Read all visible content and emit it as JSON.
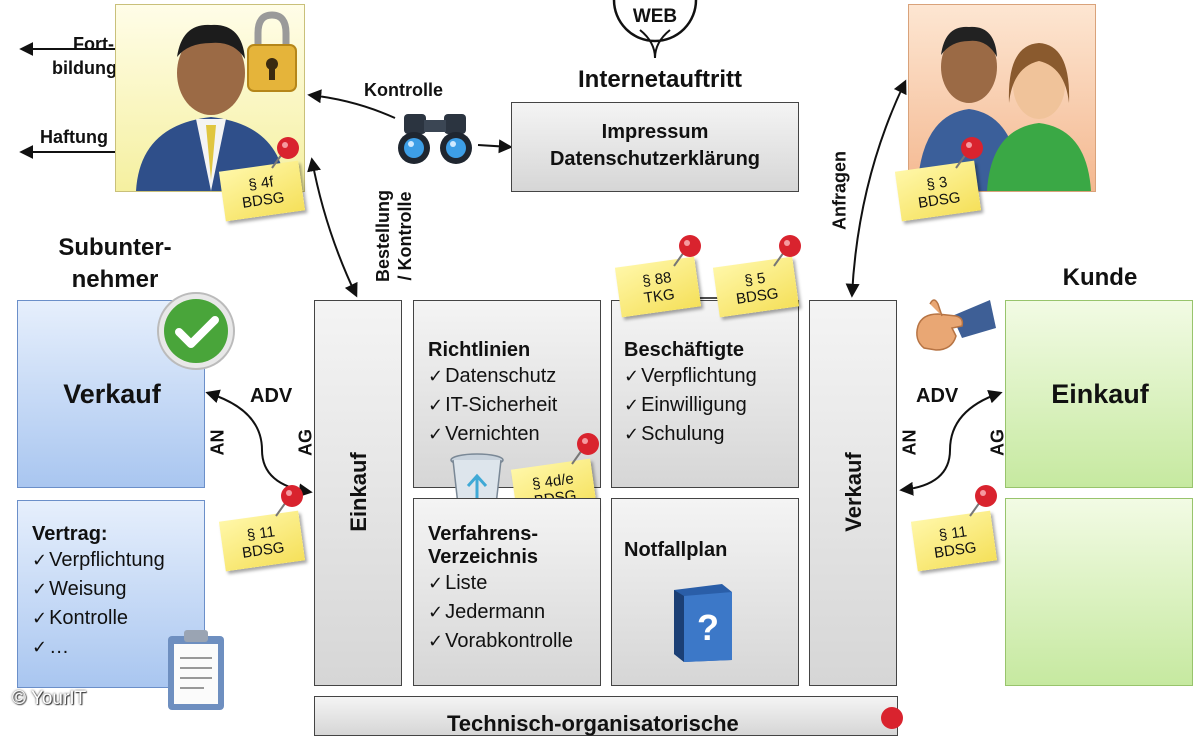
{
  "web": {
    "badge": "WEB",
    "title": "Internetauftritt",
    "impressum": [
      "Impressum",
      "Datenschutzerklärung"
    ]
  },
  "left_arrows": {
    "fortbildung": [
      "Fort-",
      "bildung"
    ],
    "haftung": "Haftung"
  },
  "labels": {
    "kontrolle": "Kontrolle",
    "bestellung": [
      "Bestellung",
      "/ Kontrolle"
    ],
    "anfragen": "Anfragen",
    "adv_left": "ADV",
    "adv_right": "ADV",
    "an_left": "AN",
    "ag_left": "AG",
    "an_right": "AN",
    "ag_right": "AG",
    "copyright": "© YourIT"
  },
  "notes": {
    "dsb": [
      "§ 4f",
      "BDSG"
    ],
    "kunde": [
      "§ 3",
      "BDSG"
    ],
    "tkg": [
      "§ 88",
      "TKG"
    ],
    "bdsg5": [
      "§ 5",
      "BDSG"
    ],
    "bdsg4de": [
      "§ 4d/e",
      "BDSG"
    ],
    "adv_left": [
      "§ 11",
      "BDSG"
    ],
    "adv_right": [
      "§ 11",
      "BDSG"
    ]
  },
  "sub": {
    "title": [
      "Subunter-",
      "nehmer"
    ],
    "verkauf": "Verkauf",
    "vertrag_title": "Vertrag:",
    "vertrag_items": [
      "Verpflichtung",
      "Weisung",
      "Kontrolle",
      "…"
    ]
  },
  "kunde": {
    "title": "Kunde",
    "einkauf": "Einkauf"
  },
  "company": {
    "einkauf": "Einkauf",
    "verkauf": "Verkauf",
    "richtlinien_title": "Richtlinien",
    "richtlinien_items": [
      "Datenschutz",
      "IT-Sicherheit",
      "Vernichten"
    ],
    "beschaeftigte_title": "Beschäftigte",
    "beschaeftigte_items": [
      "Verpflichtung",
      "Einwilligung",
      "Schulung"
    ],
    "verfahren_title": [
      "Verfahrens-",
      "Verzeichnis"
    ],
    "verfahren_items": [
      "Liste",
      "Jedermann",
      "Vorabkontrolle"
    ],
    "notfall_title": "Notfallplan",
    "bottom_partial": "Technisch-organisatorische"
  },
  "colors": {
    "arrow": "#111111",
    "note": "#f8e96a",
    "pin": "#d9232e"
  }
}
